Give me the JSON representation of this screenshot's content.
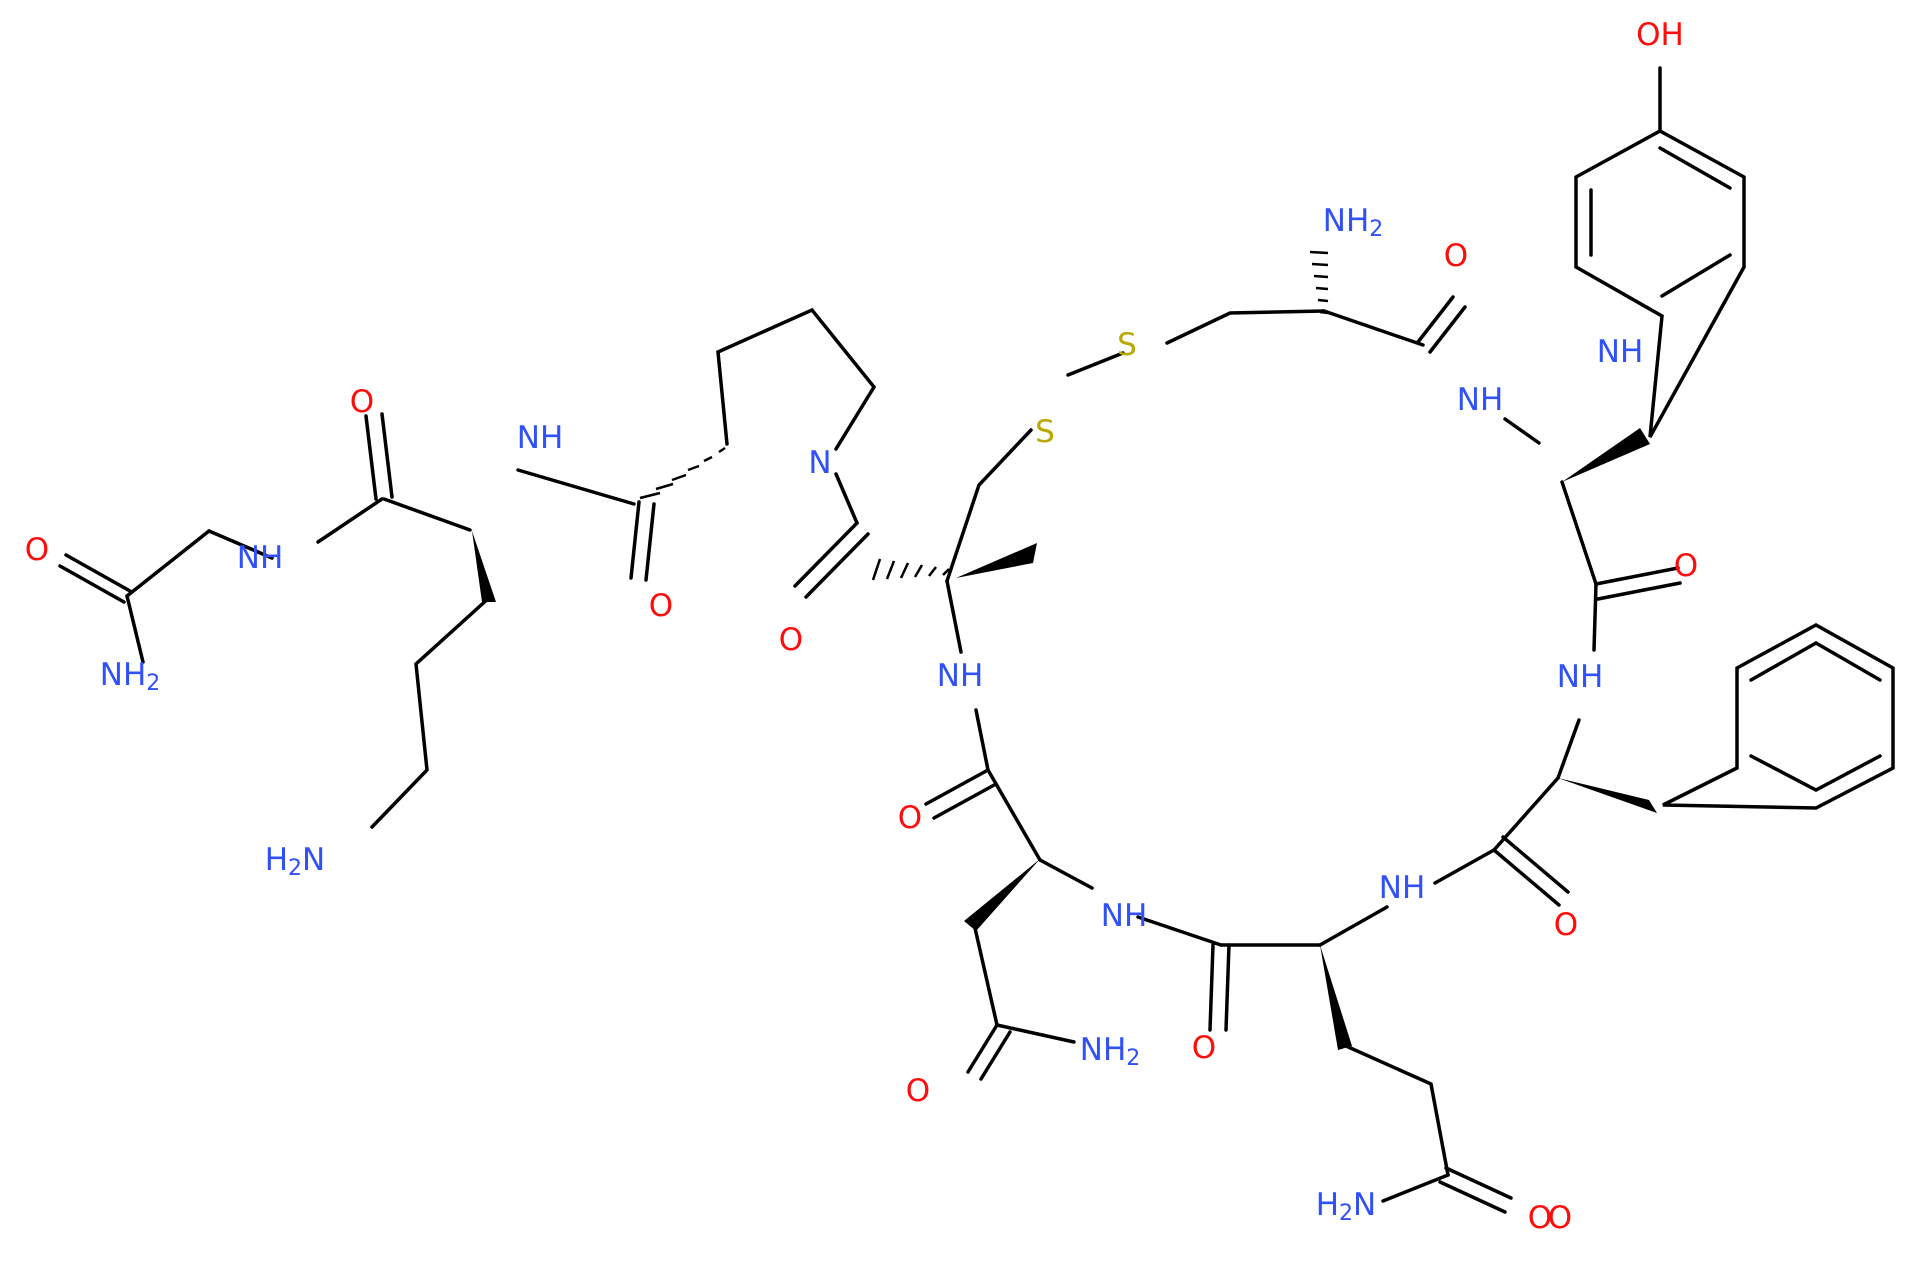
{
  "colors": {
    "bond": "#000000",
    "N": "#3050F8",
    "O": "#FF0D0D",
    "S": "#B8A800",
    "background": "#ffffff"
  },
  "labels": [
    {
      "id": "o1",
      "text": "O",
      "el": "O"
    },
    {
      "id": "n1",
      "text": "NH",
      "el": "N"
    },
    {
      "id": "nh2a",
      "text": "NH",
      "sub": "2",
      "el": "N"
    },
    {
      "id": "o2",
      "text": "O",
      "el": "O"
    },
    {
      "id": "n2",
      "text": "NH",
      "el": "N"
    },
    {
      "id": "nh2b",
      "text": "H",
      "sub": "2",
      "tail": "N",
      "el": "N"
    },
    {
      "id": "o3",
      "text": "O",
      "el": "O"
    },
    {
      "id": "np",
      "text": "N",
      "el": "N"
    },
    {
      "id": "o4",
      "text": "O",
      "el": "O"
    },
    {
      "id": "s1",
      "text": "S",
      "el": "S"
    },
    {
      "id": "s2",
      "text": "S",
      "el": "S"
    },
    {
      "id": "nh2c",
      "text": "NH",
      "sub": "2",
      "el": "N"
    },
    {
      "id": "o5",
      "text": "O",
      "el": "O"
    },
    {
      "id": "n3",
      "text": "NH",
      "el": "N"
    },
    {
      "id": "oh",
      "text": "OH",
      "el": "O"
    },
    {
      "id": "o6",
      "text": "O",
      "el": "O"
    },
    {
      "id": "n4",
      "text": "NH",
      "el": "N"
    },
    {
      "id": "n5",
      "text": "NH",
      "el": "N"
    },
    {
      "id": "o7",
      "text": "O",
      "el": "O"
    },
    {
      "id": "o8",
      "text": "O",
      "el": "O"
    },
    {
      "id": "n6",
      "text": "NH",
      "el": "N"
    },
    {
      "id": "o9",
      "text": "O",
      "el": "O"
    },
    {
      "id": "nh2d",
      "text": "NH",
      "sub": "2",
      "el": "N"
    },
    {
      "id": "o10",
      "text": "O",
      "el": "O"
    },
    {
      "id": "n7",
      "text": "NH",
      "el": "N"
    },
    {
      "id": "o11",
      "text": "O",
      "el": "O"
    },
    {
      "id": "n8",
      "text": "NH",
      "el": "N"
    },
    {
      "id": "nh2e",
      "text": "H",
      "sub": "2",
      "tail": "N",
      "el": "N"
    },
    {
      "id": "o12",
      "text": "O",
      "el": "O"
    }
  ]
}
